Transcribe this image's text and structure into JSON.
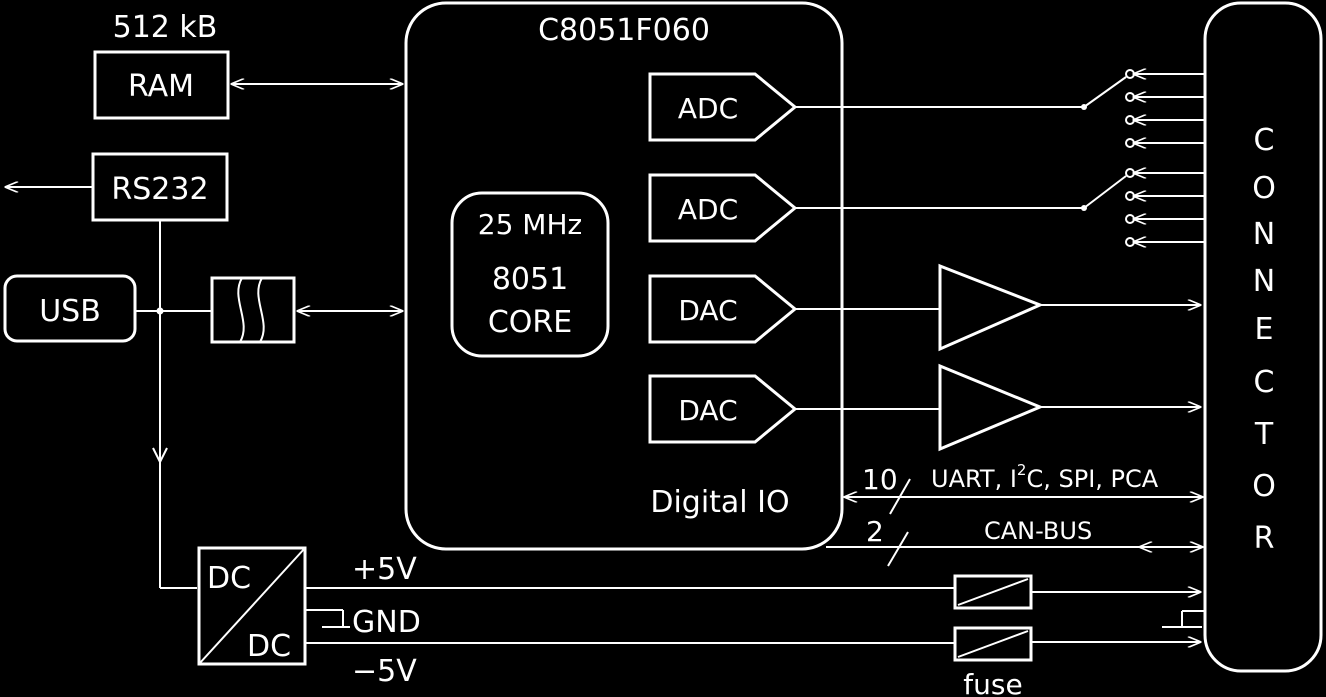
{
  "blocks": {
    "ram_size": "512 kB",
    "ram": "RAM",
    "rs232": "RS232",
    "usb": "USB",
    "mcu": "C8051F060",
    "core_freq": "25 MHz",
    "core_line1": "8051",
    "core_line2": "CORE",
    "adc": "ADC",
    "dac": "DAC",
    "digital_io": "Digital IO",
    "dc_in": "DC",
    "dc_out": "DC",
    "connector_letters": [
      "C",
      "O",
      "N",
      "N",
      "E",
      "C",
      "T",
      "O",
      "R"
    ]
  },
  "buses": {
    "serial_count": "10",
    "serial_label": "UART, I",
    "serial_sup": "2",
    "serial_label_rest": "C, SPI, PCA",
    "can_count": "2",
    "can_label": "CAN-BUS"
  },
  "power": {
    "plus": "+5V",
    "gnd": "GND",
    "minus": "−5V",
    "fuse": "fuse"
  }
}
